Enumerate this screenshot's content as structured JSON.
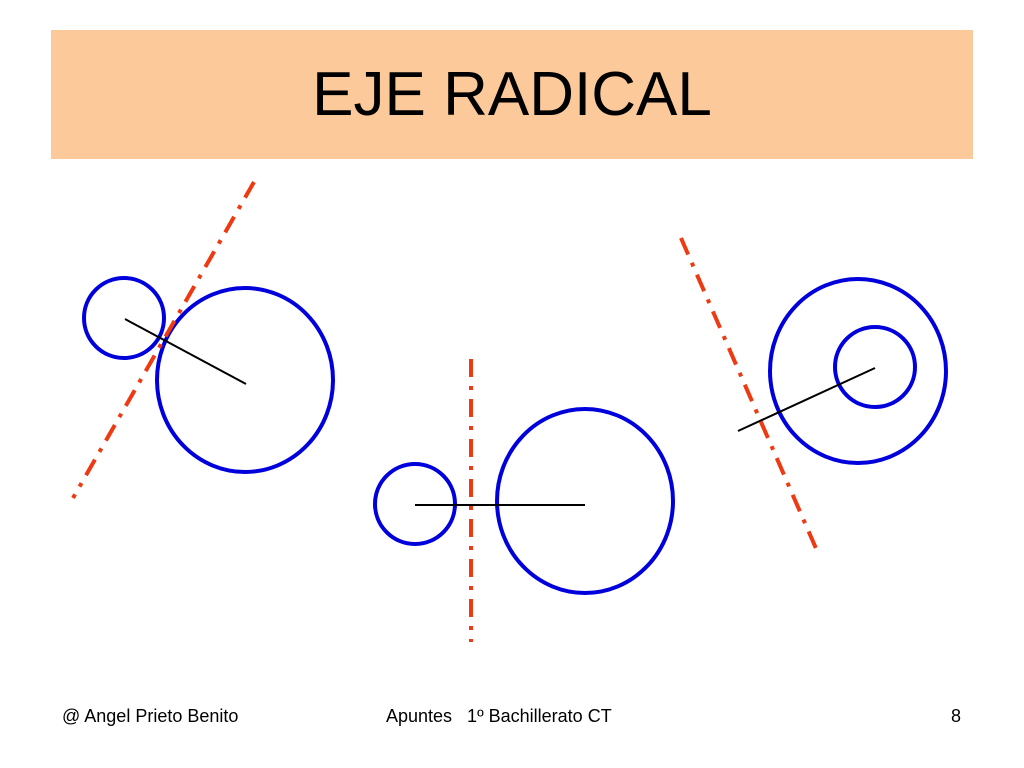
{
  "slide": {
    "title": "EJE RADICAL",
    "footer": {
      "author": "@ Angel Prieto Benito",
      "course": "Apuntes   1º Bachillerato CT",
      "page_number": "8"
    }
  },
  "colors": {
    "banner": "#fcc99a",
    "circle": "#0000dd",
    "radical_axis": "#ee3a12",
    "center_line": "#000000"
  },
  "figures": [
    {
      "case": "secant-circles",
      "circles": 2,
      "radical_axis": "dash-dot"
    },
    {
      "case": "exterior-circles",
      "circles": 2,
      "radical_axis": "dash-dot"
    },
    {
      "case": "interior-circles",
      "circles": 2,
      "radical_axis": "dash-dot"
    }
  ]
}
